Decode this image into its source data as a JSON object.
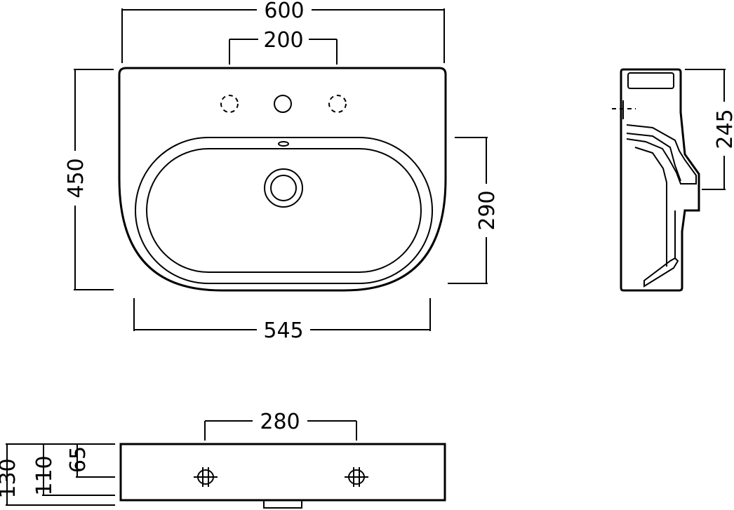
{
  "dimensions": {
    "overall_width": "600",
    "tap_hole_spacing": "200",
    "overall_depth": "450",
    "bowl_depth": "290",
    "bowl_width": "545",
    "side_height": "245",
    "fixing_spacing": "280",
    "front_height_130": "130",
    "front_height_110": "110",
    "front_height_65": "65"
  }
}
